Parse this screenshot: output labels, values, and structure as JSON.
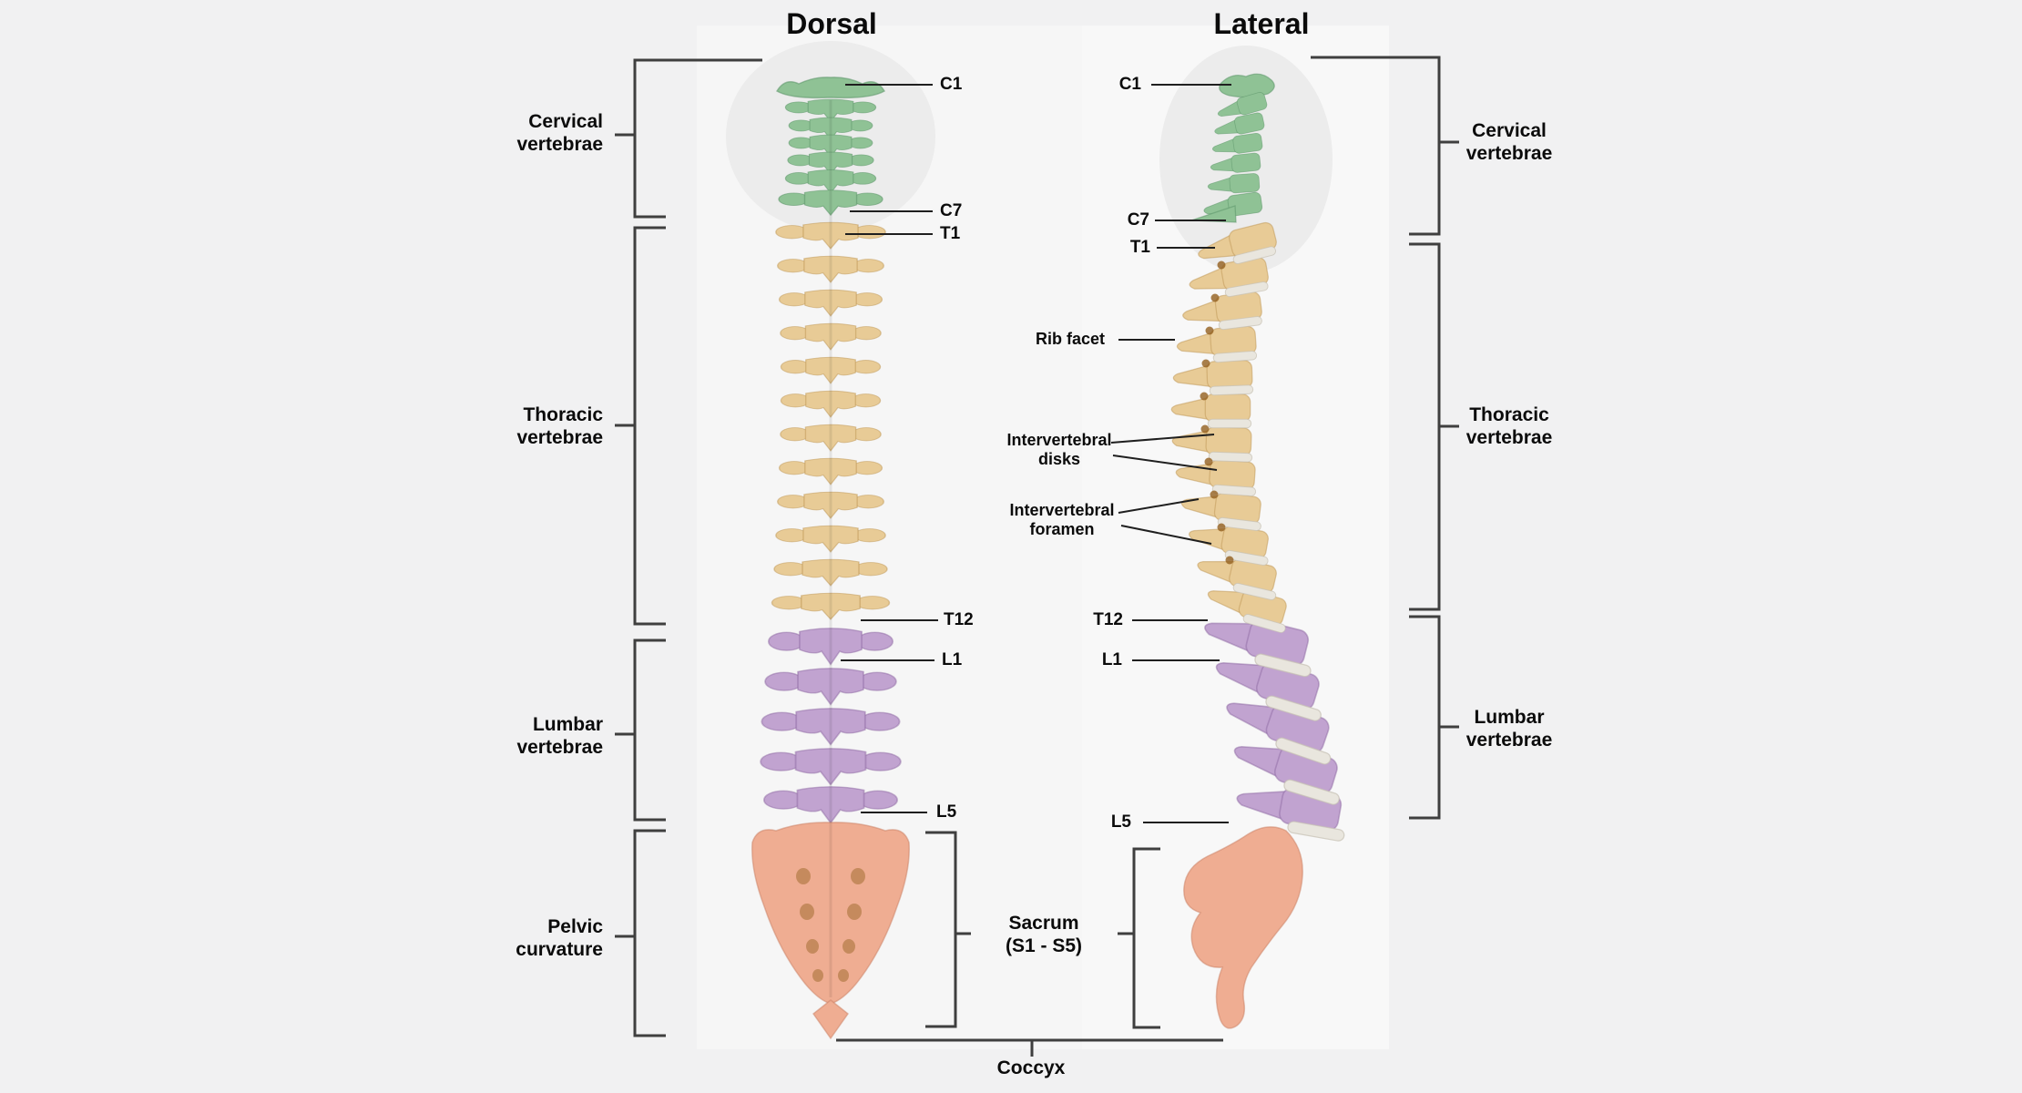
{
  "titles": {
    "dorsal": "Dorsal",
    "lateral": "Lateral"
  },
  "regions": {
    "cervical": {
      "line1": "Cervical",
      "line2": "vertebrae"
    },
    "thoracic": {
      "line1": "Thoracic",
      "line2": "vertebrae"
    },
    "lumbar": {
      "line1": "Lumbar",
      "line2": "vertebrae"
    },
    "pelvic": {
      "line1": "Pelvic",
      "line2": "curvature"
    }
  },
  "vertebra_labels": {
    "c1": "C1",
    "c7": "C7",
    "t1": "T1",
    "t12": "T12",
    "l1": "L1",
    "l5": "L5"
  },
  "lateral_annotations": {
    "rib_facet": "Rib facet",
    "disks_line1": "Intervertebral",
    "disks_line2": "disks",
    "foramen_line1": "Intervertebral",
    "foramen_line2": "foramen"
  },
  "sacrum_label": {
    "line1": "Sacrum",
    "line2": "(S1 - S5)"
  },
  "coccyx_label": "Coccyx",
  "colors": {
    "cervical": "#8fc295",
    "cervical_stroke": "#5d9669",
    "thoracic": "#e8cb96",
    "thoracic_stroke": "#bd9554",
    "lumbar": "#c1a3d0",
    "lumbar_stroke": "#8f6ba3",
    "sacrum": "#efad92",
    "sacrum_stroke": "#c97f63",
    "disk": "#e9e6de",
    "disk_stroke": "#c6c1b4",
    "foramen_hole": "#94601f",
    "bracket": "#3f3f3f",
    "leader": "#1f1f1f",
    "panel_dorsal": "#f6f6f6",
    "panel_lateral": "#f8f8f8",
    "glow": "#ececec"
  }
}
